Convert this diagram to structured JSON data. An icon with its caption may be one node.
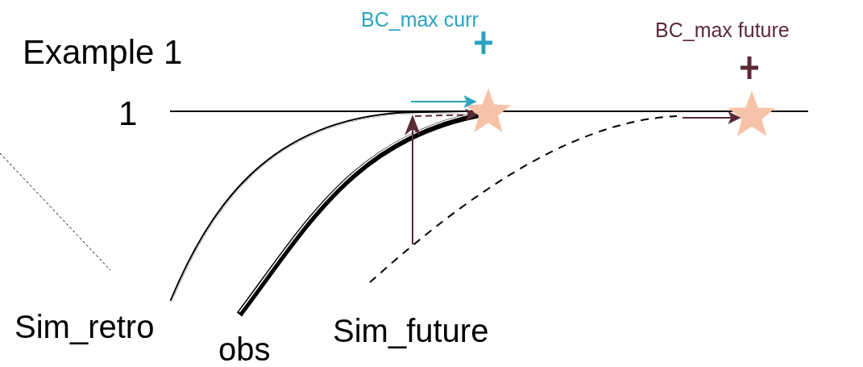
{
  "diagram": {
    "nodes": [
      {
        "text": [],
        "shape": "star",
        "beside": [
          "BC_max curr"
        ]
      },
      {
        "text": [],
        "shape": "star",
        "beside": [
          "BC_max future"
        ]
      }
    ],
    "edges": [
      {
        "from": null,
        "to": 0,
        "arrow": "to",
        "color": "#2ba3c1"
      },
      {
        "from": null,
        "to": 0,
        "arrow": "to",
        "style": "dashed",
        "color": "#5b2a37"
      },
      {
        "from": null,
        "to": 1,
        "arrow": "to",
        "color": "#5b2a37"
      }
    ],
    "labels": [
      "Example 1",
      "1",
      "Sim_retro",
      "obs",
      "Sim_future"
    ]
  }
}
